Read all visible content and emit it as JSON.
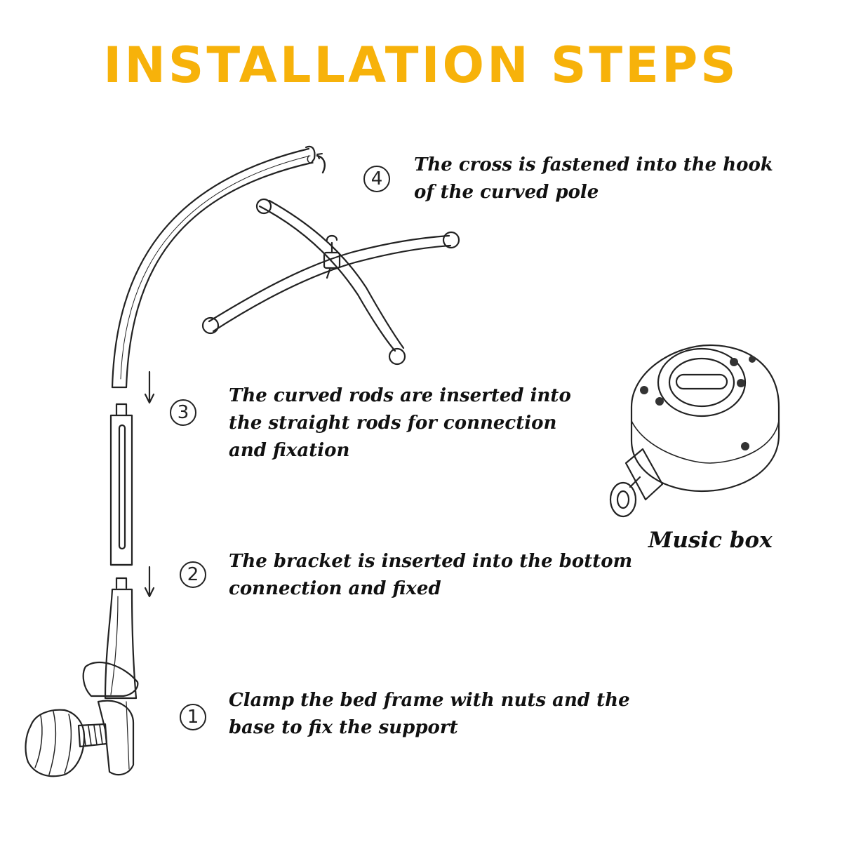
{
  "title": "INSTALLATION STEPS",
  "colors": {
    "title": "#f7b20a",
    "ink": "#222222",
    "background": "#ffffff"
  },
  "steps": [
    {
      "number": "4",
      "text": "The cross is fastened into the hook of the curved pole"
    },
    {
      "number": "3",
      "text": "The curved rods are inserted into the straight rods for connection and fixation"
    },
    {
      "number": "2",
      "text": "The bracket is inserted into the bottom connection and fixed"
    },
    {
      "number": "1",
      "text": "Clamp the bed frame with nuts and the base to fix the support"
    }
  ],
  "music_box": {
    "caption": "Music box"
  },
  "icons": [
    "curved-pole-drawing",
    "cross-arm-drawing",
    "straight-rod-drawing",
    "bracket-base-drawing",
    "clamp-knob-drawing",
    "music-box-drawing",
    "down-arrow-icon",
    "rotate-arrow-icon"
  ]
}
